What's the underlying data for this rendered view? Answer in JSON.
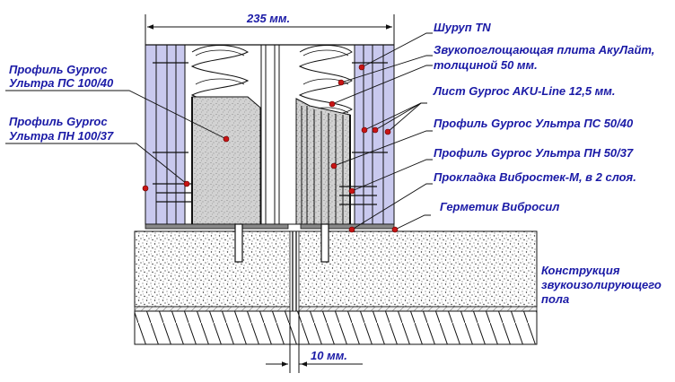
{
  "labels": {
    "profile_ps100": [
      "Профиль Gyproc",
      "Ультра ПС 100/40"
    ],
    "profile_pn100": [
      "Профиль Gyproc",
      "Ультра ПН 100/37"
    ],
    "screw": "Шуруп TN",
    "plate": [
      "Звукопоглощающая плита АкуЛайт,",
      "толщиной 50 мм."
    ],
    "sheet": "Лист Gyproc AKU-Line 12,5 мм.",
    "profile_ps50": "Профиль Gyproc Ультра ПС 50/40",
    "profile_pn50": "Профиль Gyproc Ультра ПН 50/37",
    "gasket": "Прокладка Вибростек-М, в 2 слоя.",
    "sealant": "Герметик Вибросил",
    "floor": [
      "Конструкция",
      "звукоизолирующего",
      "пола"
    ]
  },
  "dimensions": {
    "width": "235 мм.",
    "gap": "10 мм."
  },
  "colors": {
    "label_text": "#1a1aa6",
    "board": "#c9c9ee",
    "wool": "#ffffff",
    "profile_fill": "#cfcfcf",
    "marker": "#c81414"
  }
}
